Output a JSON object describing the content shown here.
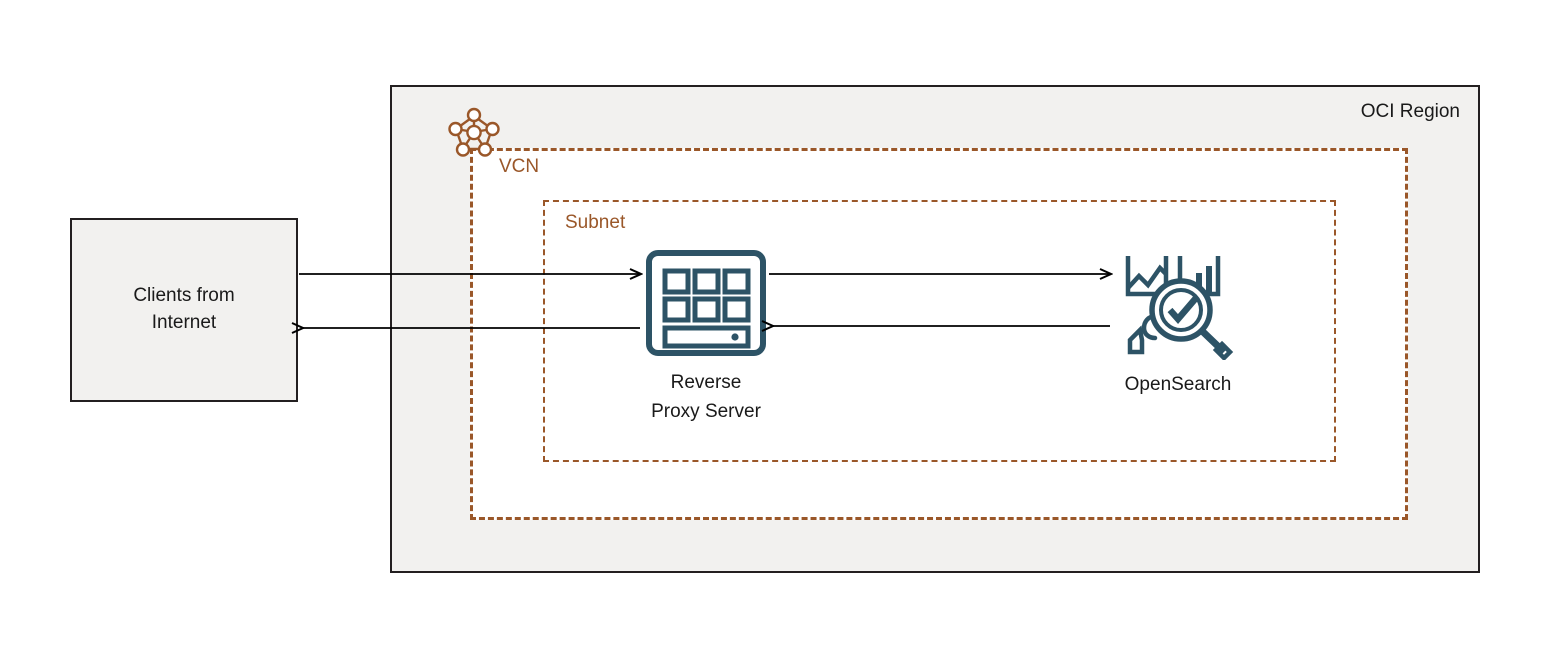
{
  "diagram": {
    "title": "OCI Region OpenSearch reverse proxy architecture",
    "colors": {
      "region_fill": "#f2f1ef",
      "region_border": "#231f20",
      "vcn_border": "#9a5729",
      "subnet_border": "#9a5729",
      "node_icon": "#2d5366",
      "arrow": "#000000",
      "text": "#1a1a1a"
    }
  },
  "region": {
    "label": "OCI Region"
  },
  "vcn": {
    "label": "VCN",
    "icon": "vcn-network-nodes-icon"
  },
  "subnet": {
    "label": "Subnet"
  },
  "clients": {
    "label": "Clients from\nInternet"
  },
  "proxy": {
    "label": "Reverse\nProxy Server",
    "icon": "reverse-proxy-server-icon"
  },
  "opensearch": {
    "label": "OpenSearch",
    "icon": "opensearch-magnifier-charts-icon"
  },
  "connections": [
    {
      "name": "clients-to-proxy",
      "from": "Clients from Internet",
      "to": "Reverse Proxy Server",
      "direction": "right"
    },
    {
      "name": "proxy-to-clients",
      "from": "Reverse Proxy Server",
      "to": "Clients from Internet",
      "direction": "left"
    },
    {
      "name": "proxy-to-opensearch",
      "from": "Reverse Proxy Server",
      "to": "OpenSearch",
      "direction": "right"
    },
    {
      "name": "opensearch-to-proxy",
      "from": "OpenSearch",
      "to": "Reverse Proxy Server",
      "direction": "left"
    }
  ]
}
